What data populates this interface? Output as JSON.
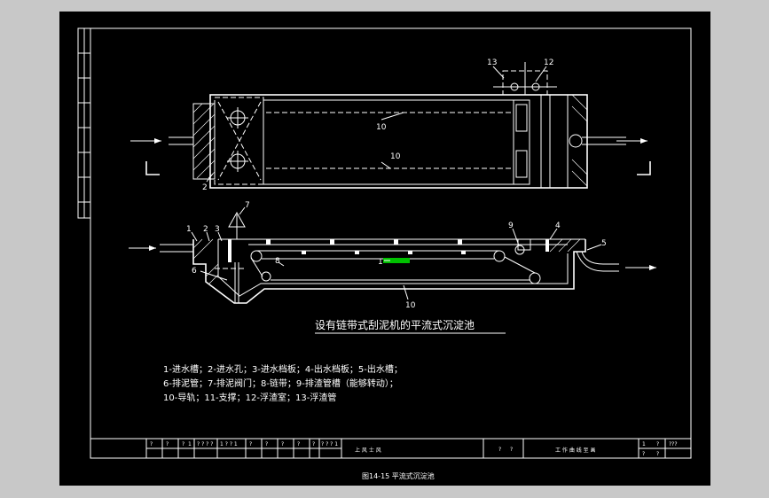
{
  "drawing": {
    "title": "设有链带式刮泥机的平流式沉淀池",
    "legend": [
      "1-进水槽；2-进水孔；3-进水档板；4-出水档板；5-出水槽；",
      "6-排泥管；7-排泥阀门；8-链带；9-排渣管槽（能够转动）；",
      "10-导轨；11-支撑；12-浮渣室；13-浮渣管"
    ],
    "caption": "图14-15 平流式沉淀池",
    "colors": {
      "background": "#c8c8c8",
      "sheet": "#000000",
      "lines": "#ffffff",
      "highlight": "#00c000"
    }
  },
  "plan_view": {
    "labels": [
      "13",
      "12",
      "10",
      "10",
      "2"
    ]
  },
  "section_view": {
    "labels": [
      "7",
      "1",
      "2",
      "3",
      "6",
      "8",
      "1",
      "9",
      "4",
      "5",
      "10"
    ]
  },
  "title_block": {
    "left_cells": [
      "?",
      "?",
      "?",
      "1",
      "? ? ? ?",
      "1 ? ? 1",
      "?",
      "?",
      "?",
      "?",
      "?",
      "? ? ? 1"
    ],
    "center_text": "上  风  士  风",
    "mid_cells": [
      "?",
      "?"
    ],
    "right_text": "工  作  曲  线  至  画",
    "corner_cells": [
      "1",
      "?",
      "???",
      "?",
      "?"
    ]
  }
}
